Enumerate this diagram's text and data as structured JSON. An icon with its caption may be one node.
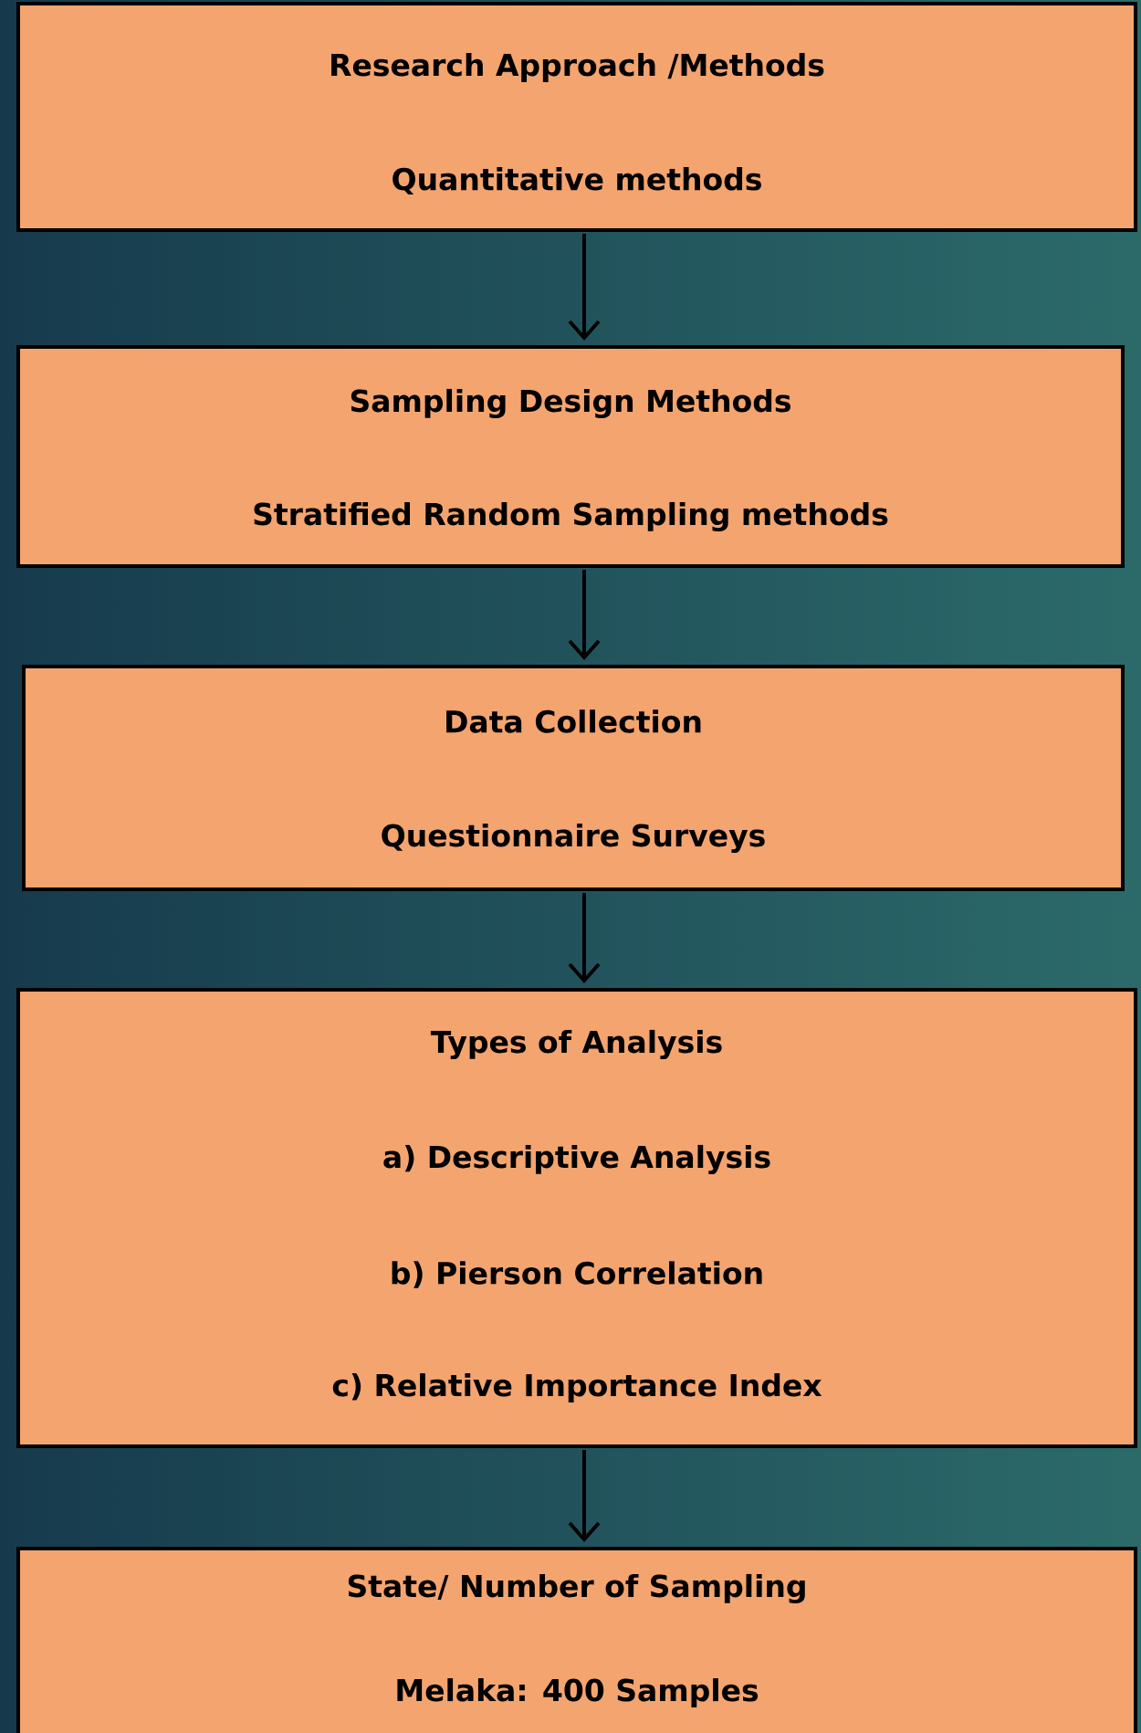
{
  "diagram": {
    "nodes": [
      {
        "text": [
          "Research Approach /Methods",
          "Quantitative methods"
        ]
      },
      {
        "text": [
          "Sampling Design Methods",
          "Stratified Random Sampling methods"
        ]
      },
      {
        "text": [
          "Data Collection",
          "Questionnaire Surveys"
        ]
      },
      {
        "text": [
          "Types of Analysis",
          "a)  Descriptive Analysis",
          "b)  Pierson Correlation",
          "c)  Relative Importance Index"
        ]
      },
      {
        "text": [
          "State/ Number of Sampling",
          "Melaka:  400 Samples"
        ]
      }
    ],
    "edges": [
      {
        "from": 0,
        "to": 1,
        "arrow": "to"
      },
      {
        "from": 1,
        "to": 2,
        "arrow": "to"
      },
      {
        "from": 2,
        "to": 3,
        "arrow": "to"
      },
      {
        "from": 3,
        "to": 4,
        "arrow": "to"
      }
    ]
  }
}
